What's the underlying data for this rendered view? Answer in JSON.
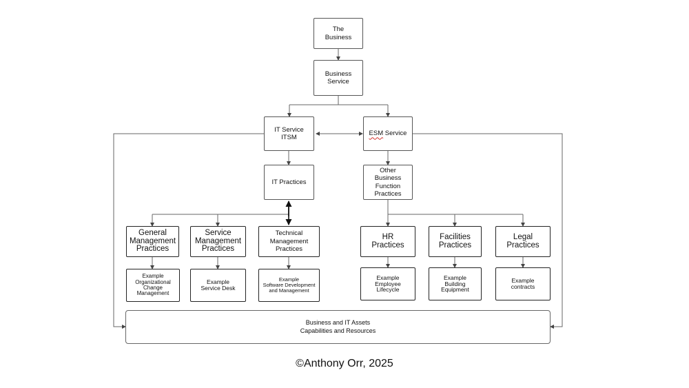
{
  "diagram": {
    "nodes": {
      "business": "The\nBusiness",
      "business_service": "Business\nService",
      "it_service": "IT Service\nITSM",
      "esm_service_prefix": "ESM",
      "esm_service_suffix": " Service",
      "it_practices": "IT Practices",
      "other_practices": "Other\nBusiness\nFunction\nPractices",
      "general_mgmt": "General\nManagement\nPractices",
      "service_mgmt": "Service\nManagement\nPractices",
      "technical_mgmt": "Technical\nManagement\nPractices",
      "hr": "HR\nPractices",
      "facilities": "Facilities\nPractices",
      "legal": "Legal\nPractices",
      "ex_general": "Example\nOrganizational\nChange\nManagement",
      "ex_service": "Example\nService Desk",
      "ex_technical": "Example\nSoftware Development\nand Management",
      "ex_hr": "Example\nEmployee\nLifecycle",
      "ex_facilities": "Example\nBuilding\nEquipment",
      "ex_legal": "Example\ncontracts",
      "assets": "Business and IT Assets\nCapabilities and Resources"
    },
    "copyright": "©Anthony Orr, 2025"
  }
}
